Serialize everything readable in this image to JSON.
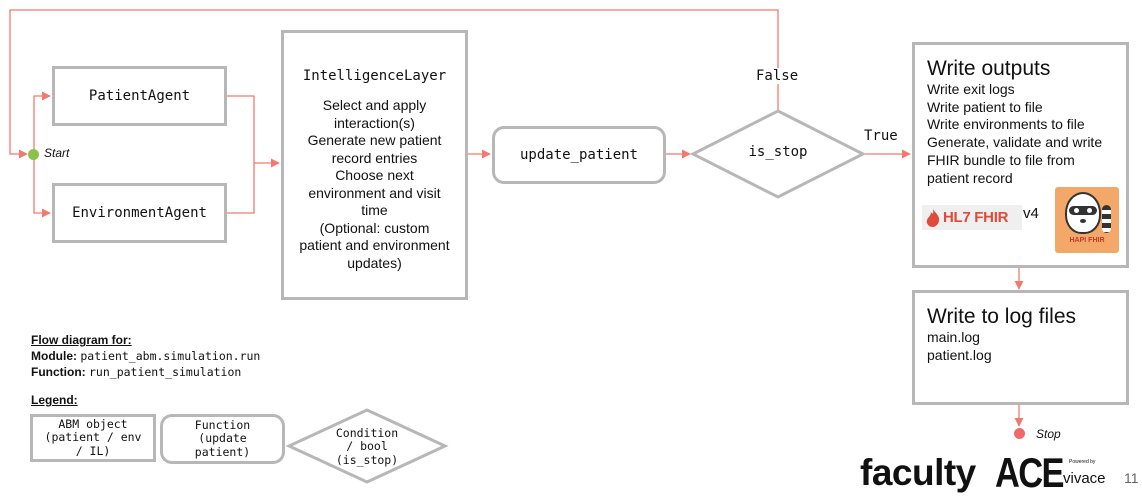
{
  "colors": {
    "arrow": "#f07a6e",
    "border": "#b7b7b7",
    "start_dot": "#8bc34a",
    "stop_dot": "#ef6a6a"
  },
  "nodes": {
    "patient_agent": "PatientAgent",
    "environment_agent": "EnvironmentAgent",
    "intelligence_layer": {
      "title": "IntelligenceLayer",
      "lines": [
        "Select and apply",
        "interaction(s)",
        "Generate new patient",
        "record entries",
        "Choose next",
        "environment and visit",
        "time",
        "(Optional: custom",
        "patient and environment",
        "updates)"
      ]
    },
    "update_patient": "update_patient",
    "is_stop": "is_stop",
    "write_outputs": {
      "title": "Write outputs",
      "lines": [
        "Write exit logs",
        "Write patient to file",
        "Write environments to file",
        "Generate, validate and write",
        "FHIR bundle to file from",
        "patient record"
      ],
      "hl7_brand": "HL7 FHIR",
      "version": "v4",
      "hapi_label": "HAPI FHIR"
    },
    "write_logs": {
      "title": "Write to log files",
      "lines": [
        "main.log",
        "patient.log"
      ]
    }
  },
  "edge_labels": {
    "false": "False",
    "true": "True"
  },
  "markers": {
    "start": "Start",
    "stop": "Stop"
  },
  "info": {
    "heading": "Flow diagram for:",
    "module_label": "Module:",
    "module_value": "patient_abm.simulation.run",
    "function_label": "Function:",
    "function_value": "run_patient_simulation"
  },
  "legend": {
    "heading": "Legend:",
    "abm": [
      "ABM object",
      "(patient / env",
      "/ IL)"
    ],
    "function": [
      "Function",
      "(update",
      "patient)"
    ],
    "condition": [
      "Condition",
      "/ bool",
      "(is_stop)"
    ]
  },
  "footer": {
    "faculty": "faculty",
    "ace": "ACE",
    "powered_by": "Powered by",
    "vivace": "vivace",
    "page_number": "11"
  }
}
